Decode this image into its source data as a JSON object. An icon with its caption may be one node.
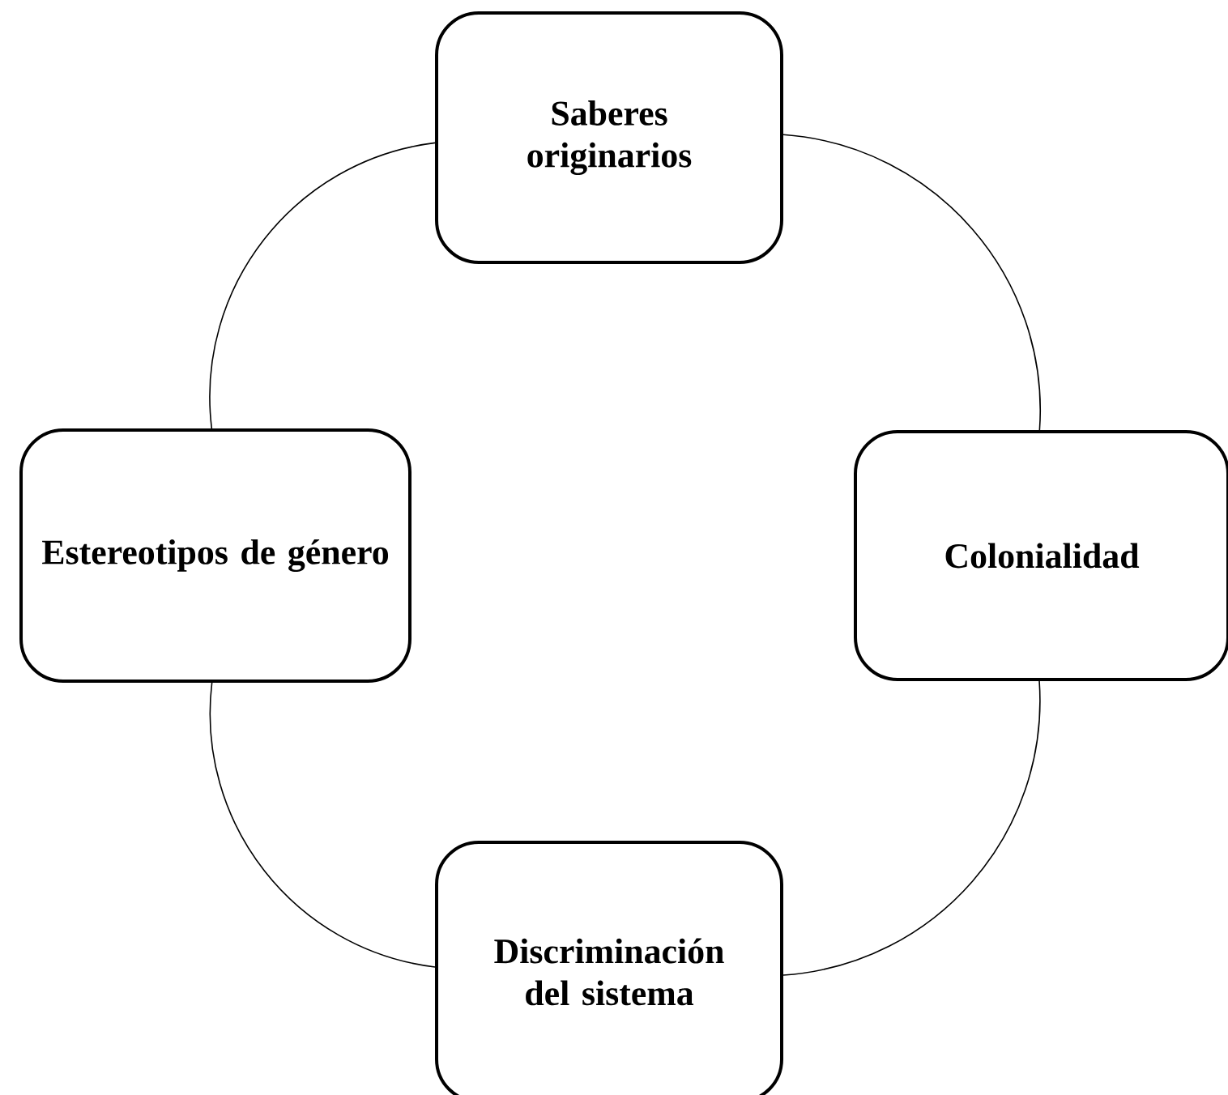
{
  "diagram": {
    "nodes": [
      {
        "text": [
          "Saberes originarios"
        ]
      },
      {
        "text": [
          "Colonialidad"
        ]
      },
      {
        "text": [
          "Discriminación del sistema"
        ]
      },
      {
        "text": [
          "Estereotipos de género"
        ]
      }
    ],
    "edges": [
      {
        "from": 0,
        "to": 1,
        "arrow": "none"
      },
      {
        "from": 1,
        "to": 2,
        "arrow": "none"
      },
      {
        "from": 2,
        "to": 3,
        "arrow": "none"
      },
      {
        "from": 3,
        "to": 0,
        "arrow": "none"
      }
    ]
  }
}
